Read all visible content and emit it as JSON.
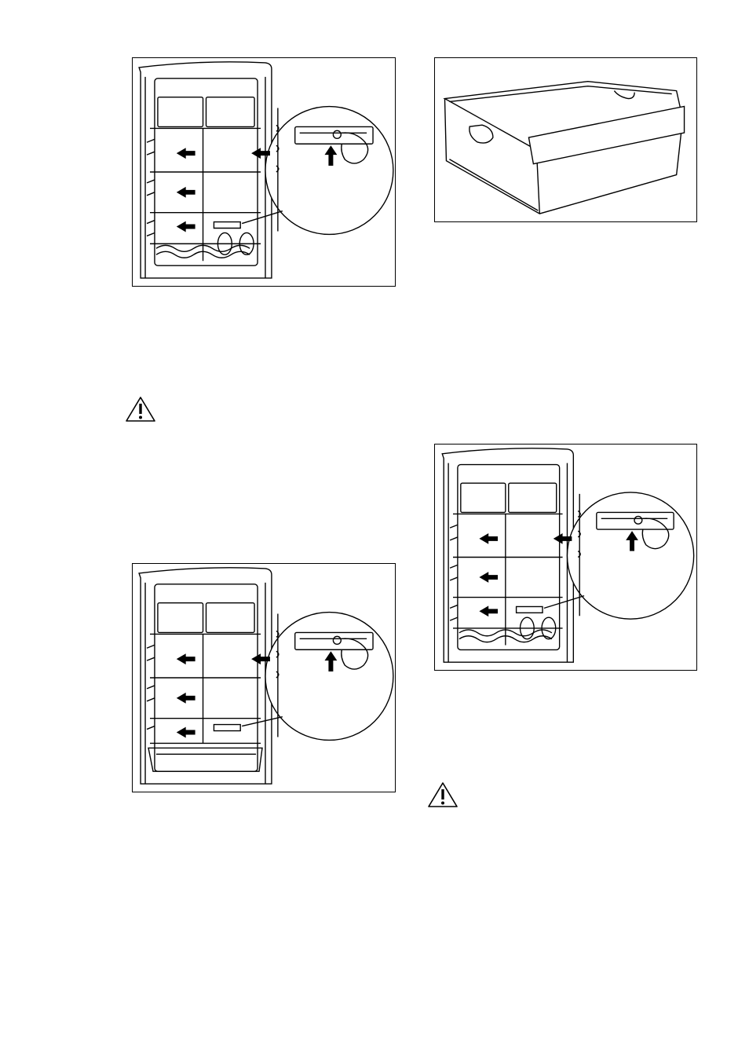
{
  "page": {
    "figures": [
      {
        "id": "fridge-shelves-bottle-rack",
        "icon": "fridge-shelf-removal-illustration"
      },
      {
        "id": "crisper-drawer",
        "icon": "vegetable-drawer-illustration"
      },
      {
        "id": "fridge-shelves-drawer",
        "icon": "fridge-shelf-removal-illustration"
      },
      {
        "id": "fridge-shelves-bottle-rack-2",
        "icon": "fridge-shelf-removal-illustration"
      }
    ],
    "warnings": [
      {
        "icon": "warning-triangle-icon"
      },
      {
        "icon": "warning-triangle-icon"
      }
    ],
    "colors": {
      "line": "#000000",
      "background": "#ffffff"
    }
  }
}
